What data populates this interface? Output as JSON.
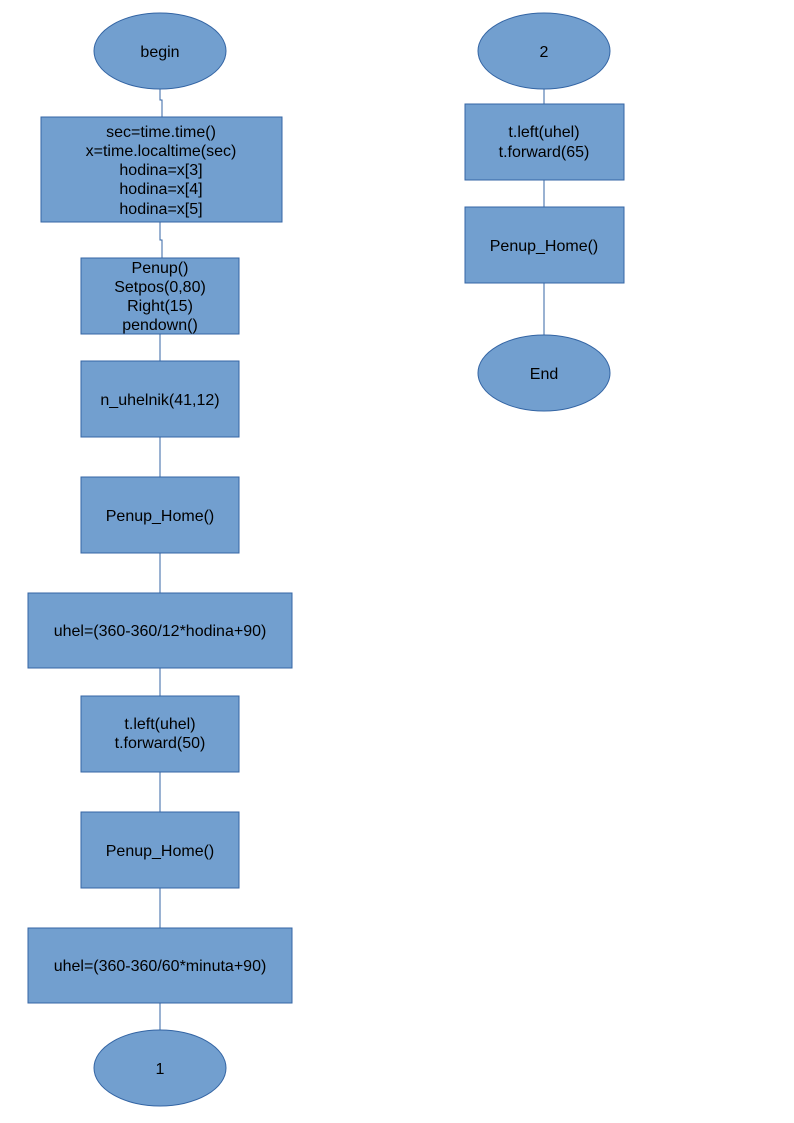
{
  "colors": {
    "fill": "#729fcf",
    "stroke": "#3465a4",
    "text": "#000000"
  },
  "left_column": {
    "begin": "begin",
    "init": [
      "sec=time.time()",
      "x=time.localtime(sec)",
      "hodina=x[3]",
      "hodina=x[4]",
      "hodina=x[5]"
    ],
    "setup": [
      "Penup()",
      "Setpos(0,80)",
      "Right(15)",
      "pendown()"
    ],
    "polygon": "n_uhelnik(41,12)",
    "home1": "Penup_Home()",
    "angle_hour": "uhel=(360-360/12*hodina+90)",
    "draw_hour": [
      "t.left(uhel)",
      "t.forward(50)"
    ],
    "home2": "Penup_Home()",
    "angle_minute": "uhel=(360-360/60*minuta+90)",
    "connector_out": "1"
  },
  "right_column": {
    "connector_in": "2",
    "draw_minute": [
      "t.left(uhel)",
      "t.forward(65)"
    ],
    "home3": "Penup_Home()",
    "end": "End"
  }
}
